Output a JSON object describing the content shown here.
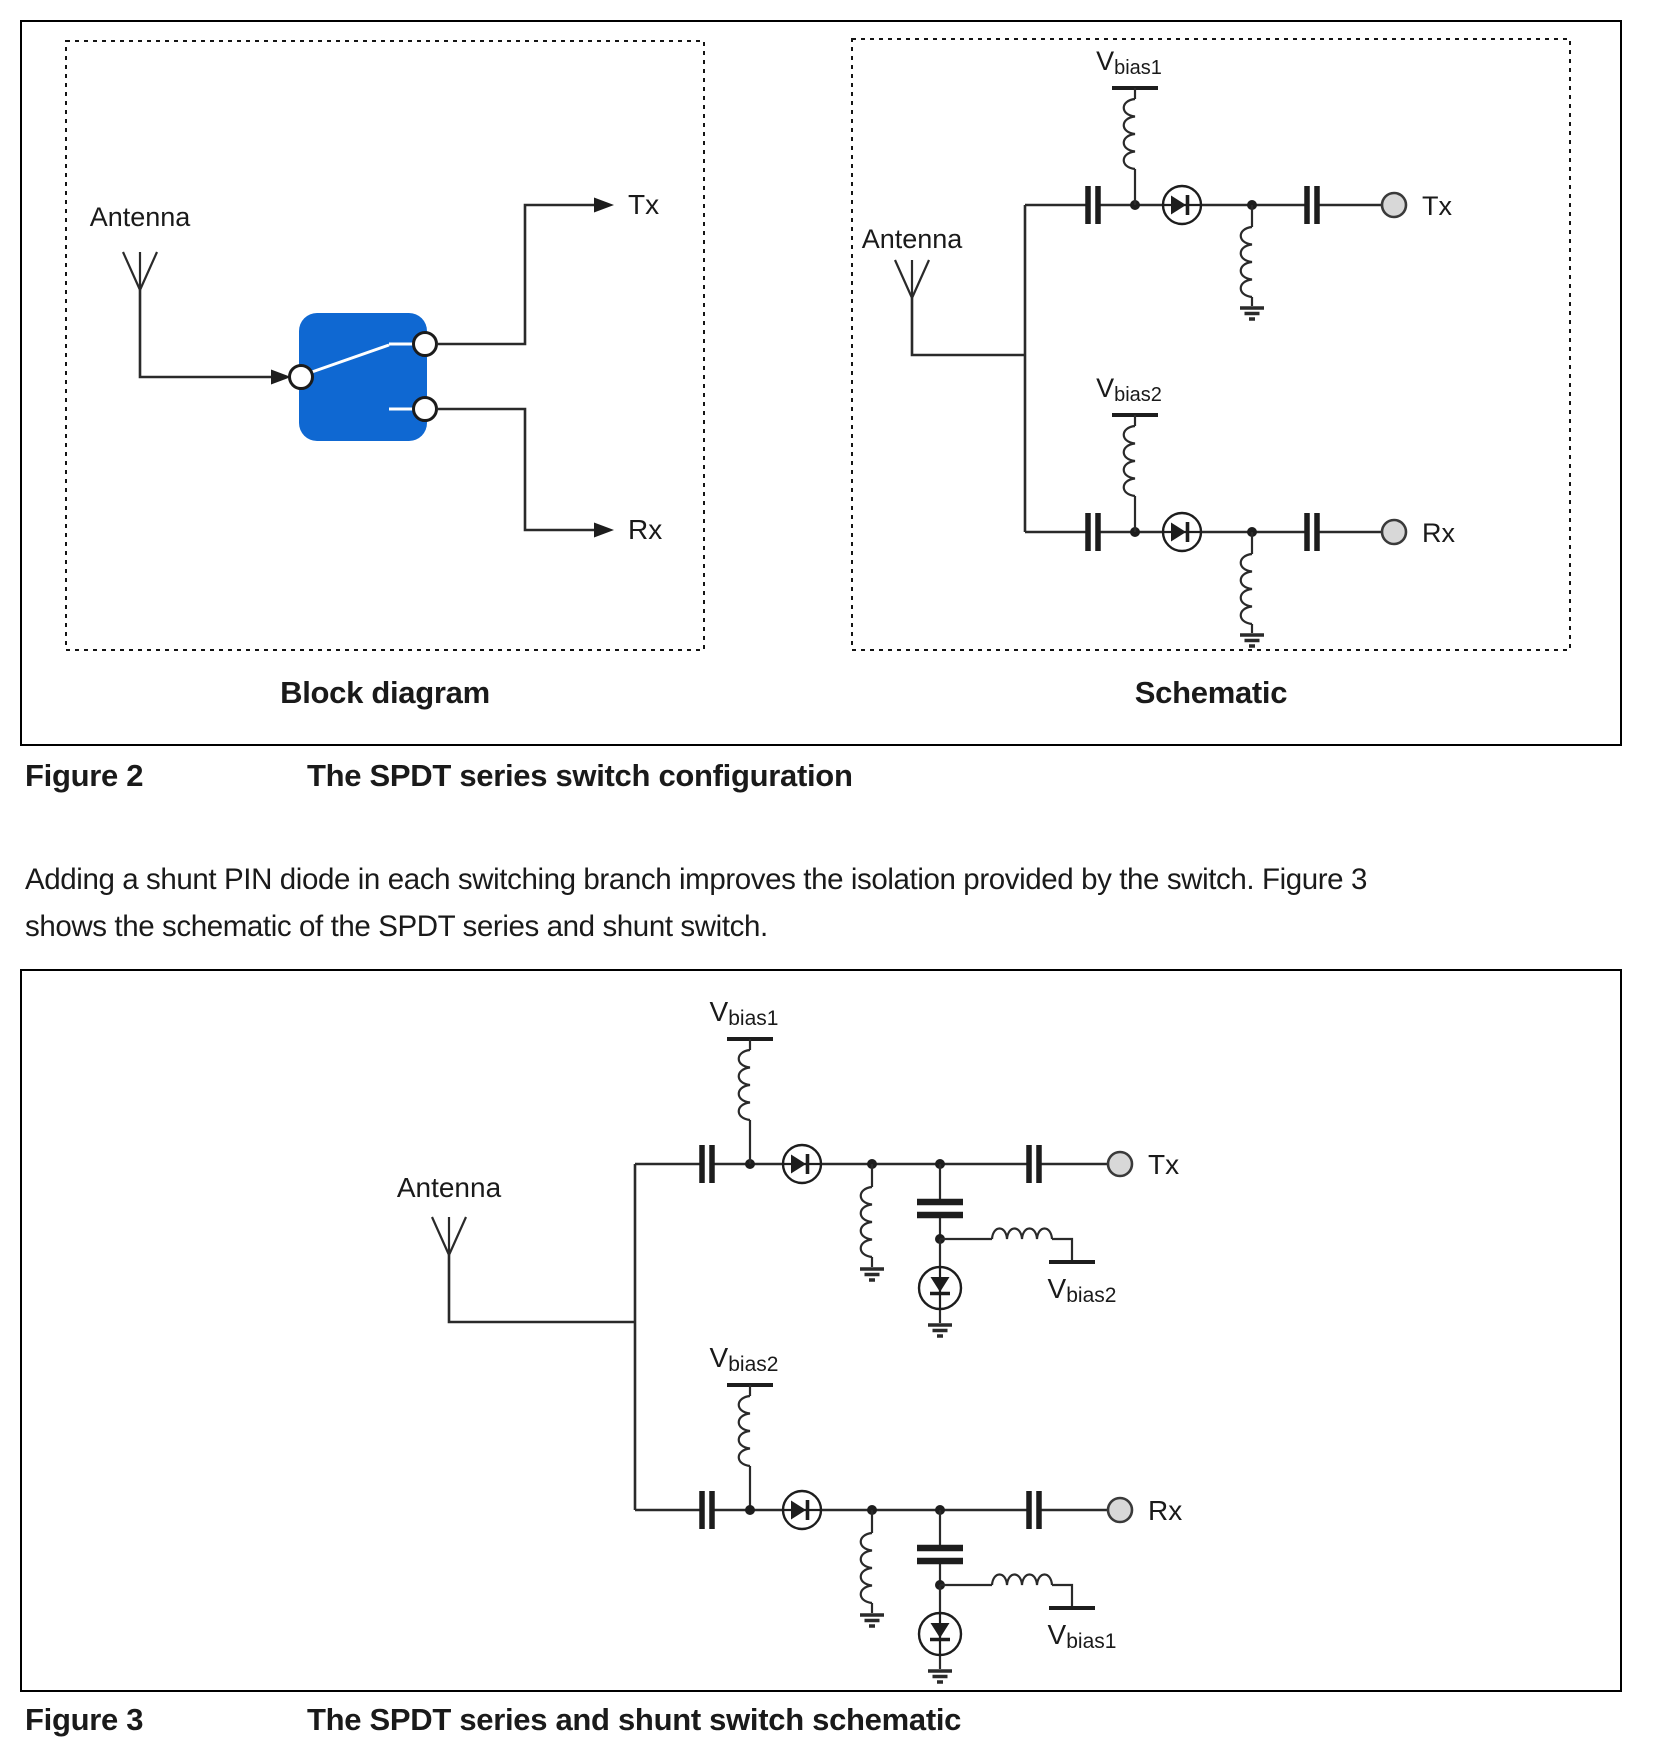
{
  "page": {
    "background": "#ffffff",
    "text_color": "#1a1a1a",
    "accent_blue": "#0F68D2",
    "terminal_fill": "#D8D8D8"
  },
  "figure2": {
    "caption": {
      "label": "Figure 2",
      "text": "The SPDT series switch configuration"
    },
    "block_diagram": {
      "title": "Block diagram",
      "antenna_label": "Antenna",
      "tx_label": "Tx",
      "rx_label": "Rx",
      "switch_color": "#0F68D2"
    },
    "schematic": {
      "title": "Schematic",
      "antenna_label": "Antenna",
      "tx_label": "Tx",
      "rx_label": "Rx",
      "vbias1": {
        "v": "V",
        "sub": "bias1"
      },
      "vbias2": {
        "v": "V",
        "sub": "bias2"
      }
    }
  },
  "paragraph": {
    "lines": [
      "Adding a shunt PIN diode in each switching branch improves the isolation provided by the switch. Figure 3",
      "shows the schematic of the SPDT series and shunt switch."
    ]
  },
  "figure3": {
    "caption": {
      "label": "Figure 3",
      "text": "The SPDT series and shunt switch schematic"
    },
    "schematic": {
      "antenna_label": "Antenna",
      "tx_label": "Tx",
      "rx_label": "Rx",
      "tx_branch": {
        "series_bias": {
          "v": "V",
          "sub": "bias1"
        },
        "shunt_bias": {
          "v": "V",
          "sub": "bias2"
        }
      },
      "rx_branch": {
        "series_bias": {
          "v": "V",
          "sub": "bias2"
        },
        "shunt_bias": {
          "v": "V",
          "sub": "bias1"
        }
      }
    }
  }
}
